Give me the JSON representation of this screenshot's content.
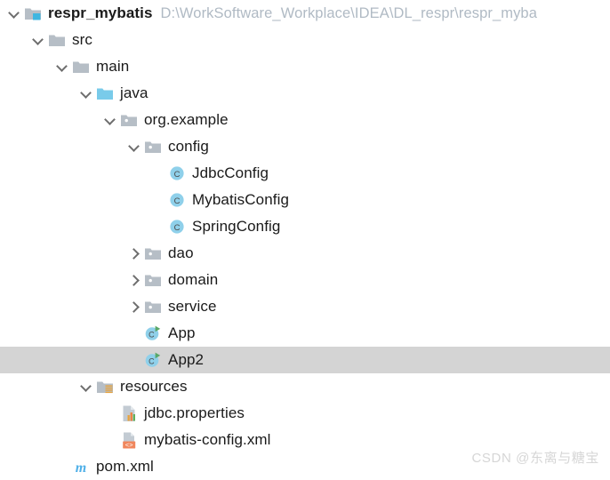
{
  "window": {
    "title": "Project Tool Window",
    "background": "#ffffff",
    "selection_color": "#d4d4d4",
    "text_color": "#1a1a1a",
    "path_color": "#b0bac4"
  },
  "tree": {
    "root_path": "D:\\WorkSoftware_Workplace\\IDEA\\DL_respr\\respr_myba",
    "nodes": [
      {
        "label": "respr_mybatis",
        "path": "D:\\WorkSoftware_Workplace\\IDEA\\DL_respr\\respr_myba",
        "icon": "module-folder-icon",
        "state": "expanded",
        "depth": 0,
        "bold": true,
        "selected": false
      },
      {
        "label": "src",
        "path": "",
        "icon": "folder-icon",
        "state": "expanded",
        "depth": 1,
        "bold": false,
        "selected": false
      },
      {
        "label": "main",
        "path": "",
        "icon": "folder-icon",
        "state": "expanded",
        "depth": 2,
        "bold": false,
        "selected": false
      },
      {
        "label": "java",
        "path": "",
        "icon": "sources-root-folder-icon",
        "state": "expanded",
        "depth": 3,
        "bold": false,
        "selected": false
      },
      {
        "label": "org.example",
        "path": "",
        "icon": "package-icon",
        "state": "expanded",
        "depth": 4,
        "bold": false,
        "selected": false
      },
      {
        "label": "config",
        "path": "",
        "icon": "package-icon",
        "state": "expanded",
        "depth": 5,
        "bold": false,
        "selected": false
      },
      {
        "label": "JdbcConfig",
        "path": "",
        "icon": "java-class-icon",
        "state": "leaf",
        "depth": 6,
        "bold": false,
        "selected": false
      },
      {
        "label": "MybatisConfig",
        "path": "",
        "icon": "java-class-icon",
        "state": "leaf",
        "depth": 6,
        "bold": false,
        "selected": false
      },
      {
        "label": "SpringConfig",
        "path": "",
        "icon": "java-class-icon",
        "state": "leaf",
        "depth": 6,
        "bold": false,
        "selected": false
      },
      {
        "label": "dao",
        "path": "",
        "icon": "package-icon",
        "state": "collapsed",
        "depth": 5,
        "bold": false,
        "selected": false
      },
      {
        "label": "domain",
        "path": "",
        "icon": "package-icon",
        "state": "collapsed",
        "depth": 5,
        "bold": false,
        "selected": false
      },
      {
        "label": "service",
        "path": "",
        "icon": "package-icon",
        "state": "collapsed",
        "depth": 5,
        "bold": false,
        "selected": false
      },
      {
        "label": "App",
        "path": "",
        "icon": "java-runnable-class-icon",
        "state": "leaf",
        "depth": 5,
        "bold": false,
        "selected": false
      },
      {
        "label": "App2",
        "path": "",
        "icon": "java-runnable-class-icon",
        "state": "leaf",
        "depth": 5,
        "bold": false,
        "selected": true
      },
      {
        "label": "resources",
        "path": "",
        "icon": "resources-root-folder-icon",
        "state": "expanded",
        "depth": 3,
        "bold": false,
        "selected": false
      },
      {
        "label": "jdbc.properties",
        "path": "",
        "icon": "properties-file-icon",
        "state": "leaf",
        "depth": 4,
        "bold": false,
        "selected": false
      },
      {
        "label": "mybatis-config.xml",
        "path": "",
        "icon": "xml-file-icon",
        "state": "leaf",
        "depth": 4,
        "bold": false,
        "selected": false
      },
      {
        "label": "pom.xml",
        "path": "",
        "icon": "maven-pom-icon",
        "state": "leaf",
        "depth": 2,
        "bold": false,
        "selected": false
      }
    ]
  },
  "watermark": {
    "text": "CSDN @东离与糖宝"
  },
  "colors": {
    "folder_gray": "#b6bec6",
    "folder_cyan": "#79cbea",
    "class_blue": "#8fd0ea",
    "run_green": "#59a869",
    "badge_orange": "#f0865c",
    "maven_blue": "#50b0e8"
  }
}
